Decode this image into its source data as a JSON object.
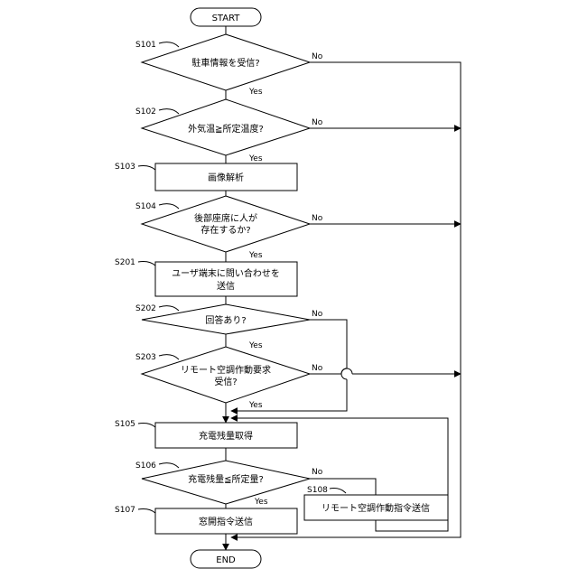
{
  "nodes": {
    "start": "START",
    "end": "END",
    "s101": "駐車情報を受信?",
    "s102": "外気温≧所定温度?",
    "s103": "画像解析",
    "s104_l1": "後部座席に人が",
    "s104_l2": "存在するか?",
    "s201_l1": "ユーザ端末に問い合わせを",
    "s201_l2": "送信",
    "s202": "回答あり?",
    "s203_l1": "リモート空調作動要求",
    "s203_l2": "受信?",
    "s105": "充電残量取得",
    "s106": "充電残量≦所定量?",
    "s107": "窓開指令送信",
    "s108": "リモート空調作動指令送信"
  },
  "steps": {
    "s101": "S101",
    "s102": "S102",
    "s103": "S103",
    "s104": "S104",
    "s201": "S201",
    "s202": "S202",
    "s203": "S203",
    "s105": "S105",
    "s106": "S106",
    "s107": "S107",
    "s108": "S108"
  },
  "branches": {
    "yes": "Yes",
    "no": "No"
  }
}
